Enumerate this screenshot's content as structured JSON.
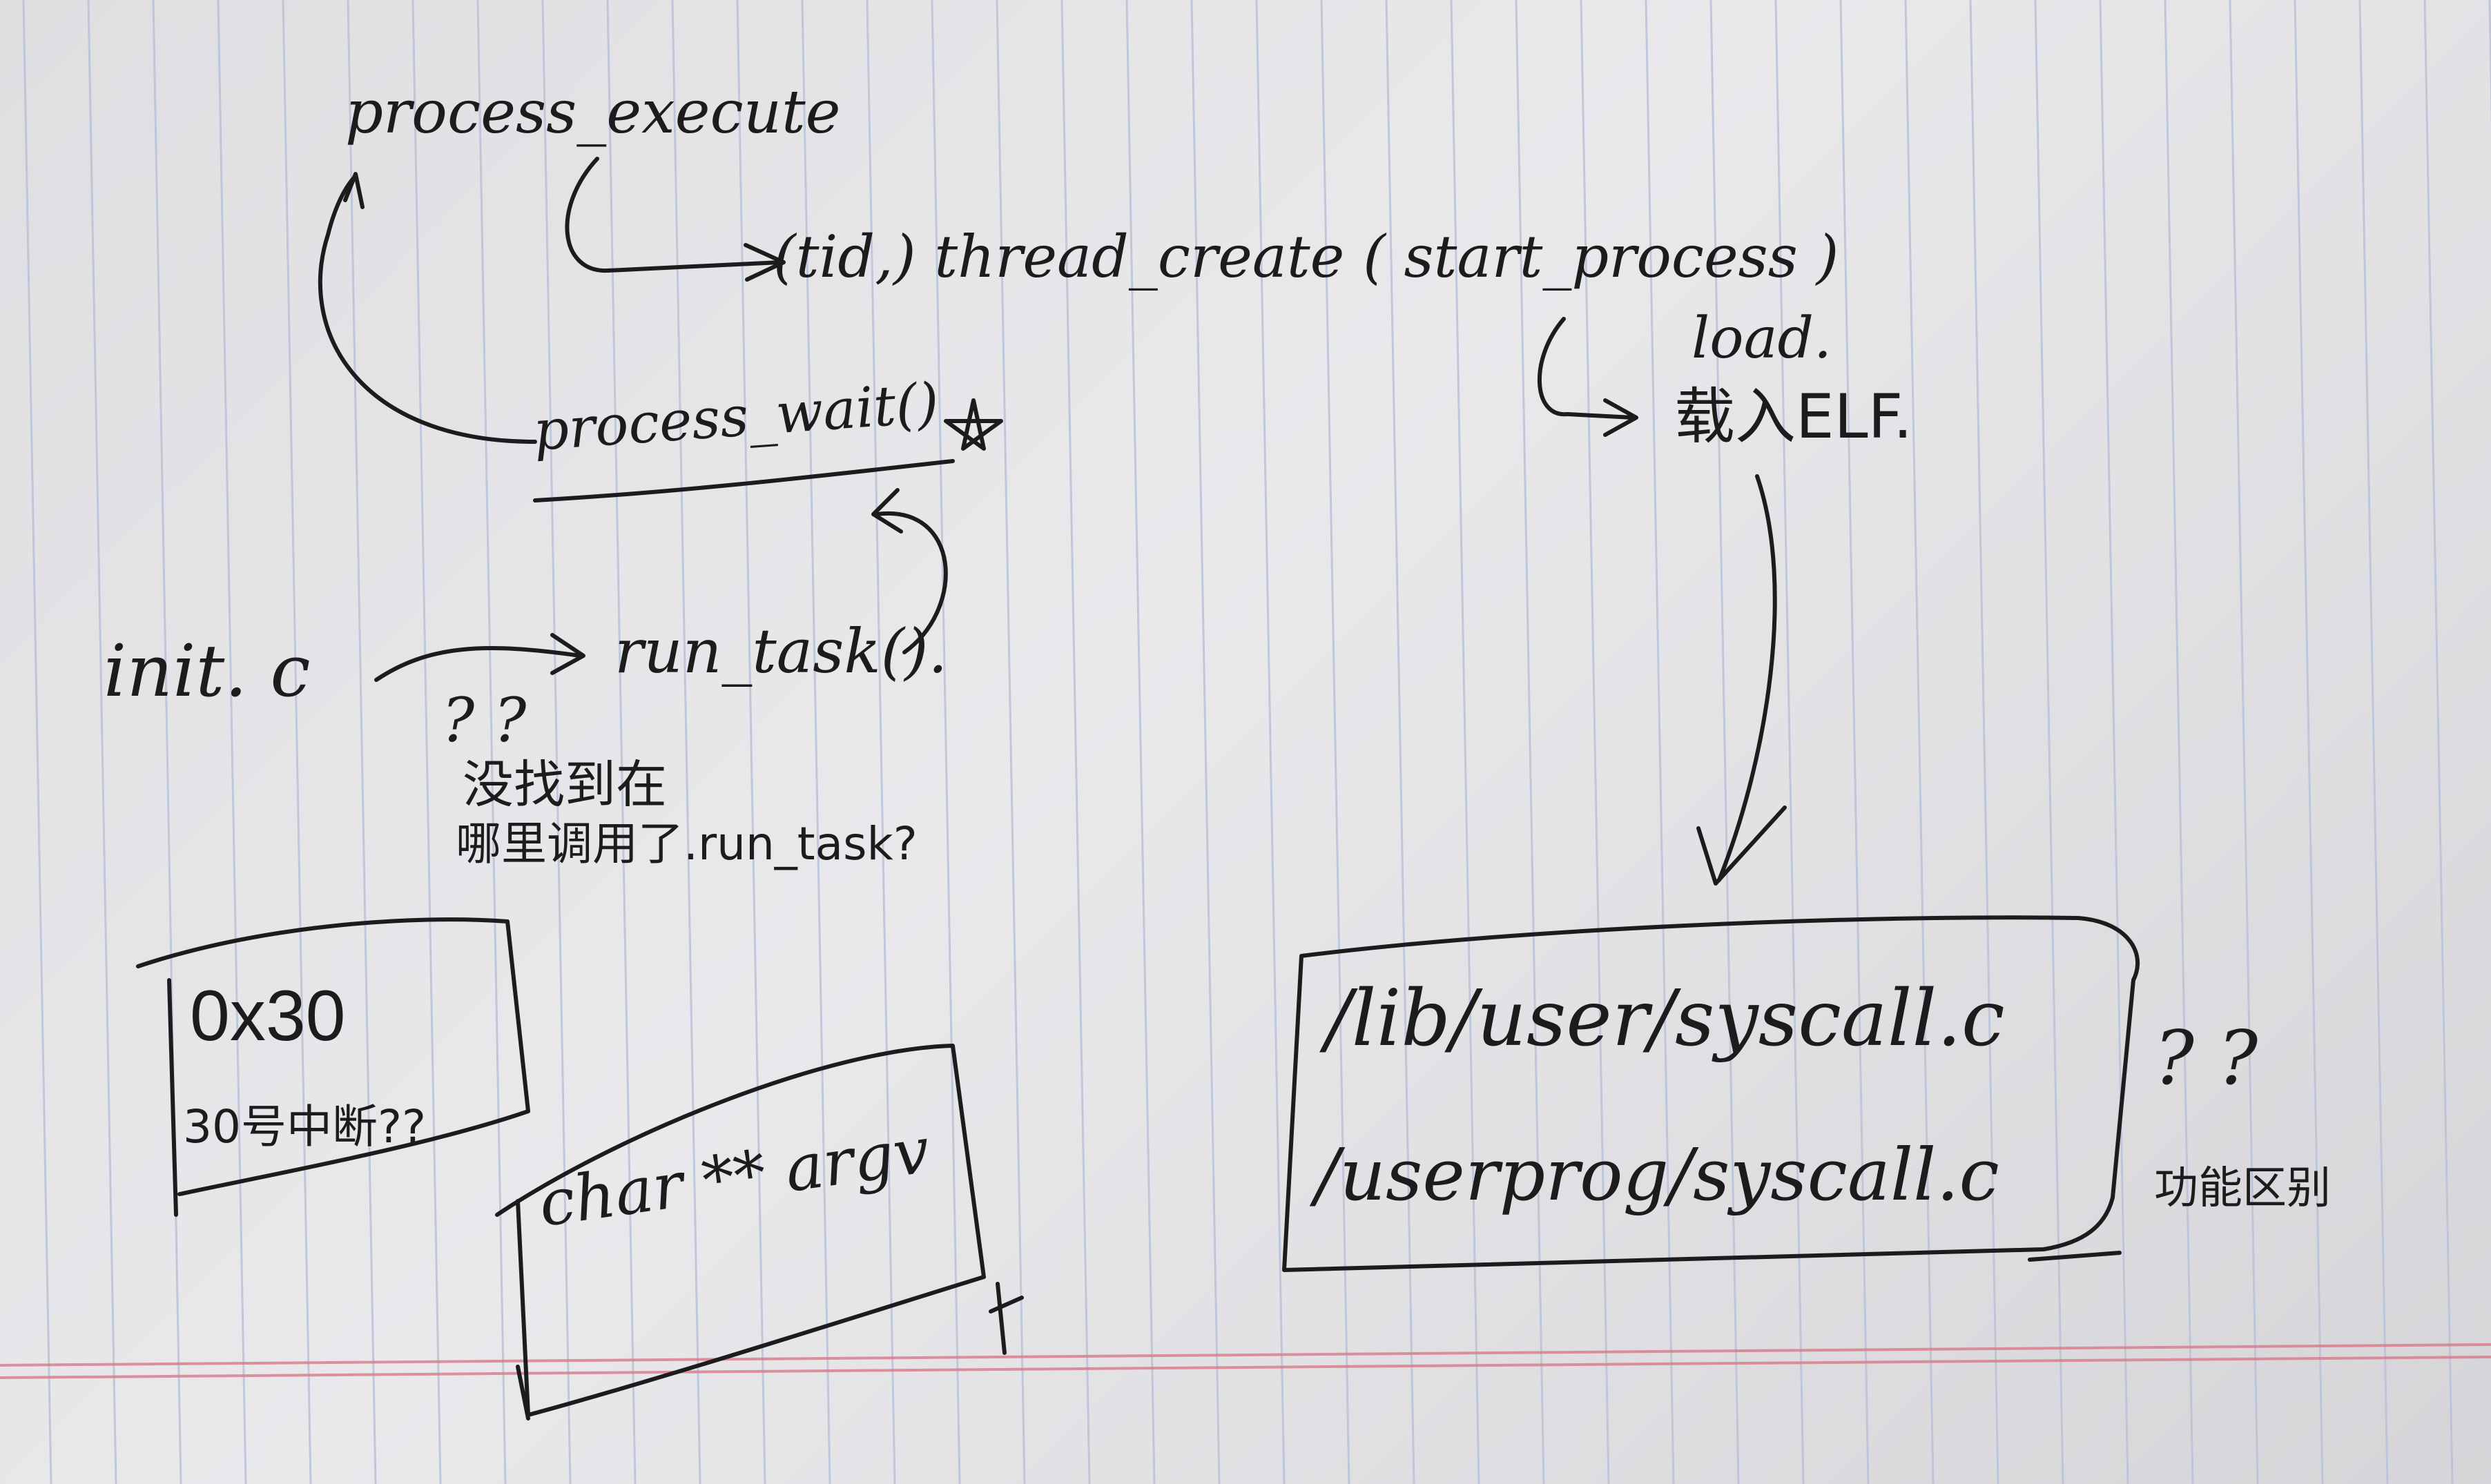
{
  "notes": {
    "process_execute": "process_execute",
    "thread_create": "(tid,) thread_create ( start_process )",
    "load": "load.",
    "load_elf": "载入ELF.",
    "process_wait": "process_wait()",
    "init_c": "init. c",
    "run_task": "run_task().",
    "question_marks_1": "? ?",
    "question_line_1": "没找到在",
    "question_line_2": "哪里调用了.run_task?",
    "hex_value": "0x30",
    "interrupt_note": "30号中断??",
    "argv": "char ** argv",
    "path_lib": "/lib/user/syscall.c",
    "path_userprog": "/userprog/syscall.c",
    "question_marks_2": "? ?",
    "difference_note": "功能区别"
  },
  "colors": {
    "ink": "#1c1c1c",
    "rule": "#b9c2d9",
    "margin": "#d97a8a",
    "paper": "#e9e9ec"
  }
}
